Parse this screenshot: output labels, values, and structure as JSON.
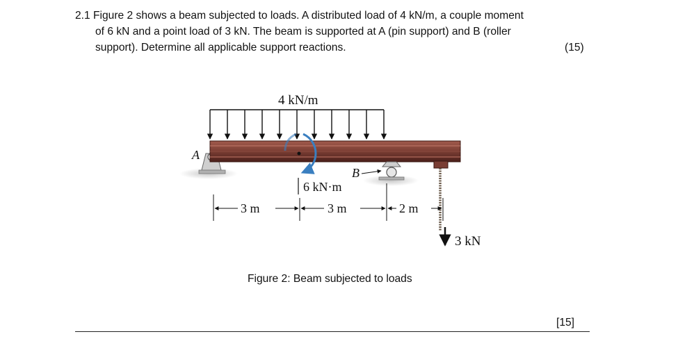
{
  "question": {
    "line1": "2.1 Figure 2 shows a beam subjected to loads. A distributed load of 4 kN/m, a couple moment",
    "line2": "of 6 kN and a point load of 3 kN. The beam is supported at A (pin support) and B (roller",
    "line3": "support). Determine all applicable support reactions.",
    "marks": "(15)"
  },
  "figure": {
    "distributed_load_label": "4 kN/m",
    "moment_label": "6 kN·m",
    "support_a_label": "A",
    "support_b_label": "B",
    "dim_1": "3 m",
    "dim_2": "3 m",
    "dim_3": "2 m",
    "point_load_label": "3 kN",
    "caption": "Figure 2: Beam subjected to loads"
  },
  "footer": {
    "total_marks": "[15]"
  },
  "colors": {
    "beam": "#7a3d33",
    "beam_dark": "#4a1f1a",
    "support": "#b9b9b9",
    "moment_arrow": "#3a7fc0"
  }
}
